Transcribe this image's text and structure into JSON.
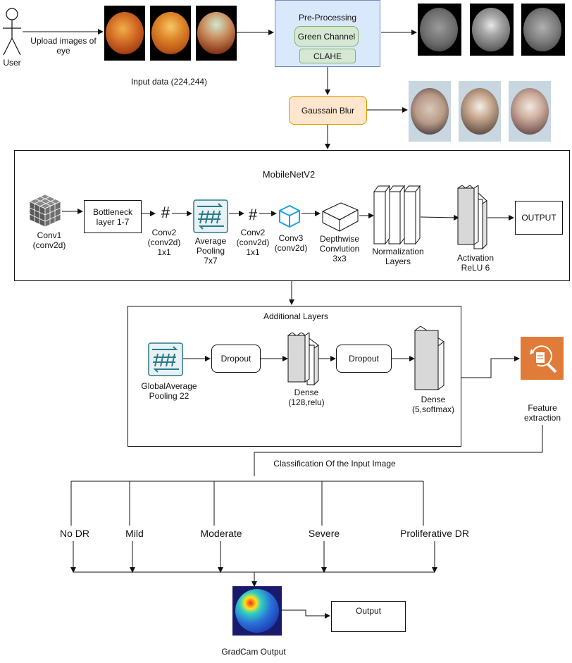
{
  "actor": {
    "label": "User",
    "action": "Upload images of eye"
  },
  "input": {
    "caption": "Input data (224,244)"
  },
  "preprocessing": {
    "title": "Pre-Processing",
    "steps": [
      "Green Channel",
      "CLAHE"
    ]
  },
  "gaussian": {
    "label": "Gaussain Blur"
  },
  "mobilenet": {
    "title": "MobileNetV2",
    "conv1": "Conv1\n(conv2d)",
    "bottleneck": "Bottleneck layer 1-7",
    "conv2a": "Conv2\n(conv2d)\n1x1",
    "avgpool": "Average\nPooling\n7x7",
    "conv2b": "Conv2\n(conv2d)\n1x1",
    "conv3": "Conv3\n(conv2d)",
    "depthwise": "Depthwise\nConvlution\n3x3",
    "normalization": "Normalization\nLayers",
    "activation": "Activation\nReLU 6",
    "output": "OUTPUT",
    "hash_symbol": "#"
  },
  "additional": {
    "title": "Additional  Layers",
    "gap": "GlobalAverage\nPooling 22",
    "dropout1": "Dropout",
    "dense1": "Dense\n(128,relu)",
    "dropout2": "Dropout",
    "dense2": "Dense\n(5,softmax)"
  },
  "feature": {
    "label": "Feature\nextraction"
  },
  "classification": {
    "title": "Classification Of the Input Image",
    "classes": [
      "No DR",
      "Mild",
      "Moderate",
      "Severe",
      "Proliferative DR"
    ]
  },
  "gradcam": {
    "label": "GradCam Output",
    "output": "Output"
  },
  "colors": {
    "preprocess_bg": "#dae8fc",
    "preprocess_border": "#6c8ebf",
    "step_bg": "#d5e8d4",
    "step_border": "#82b366",
    "blur_bg": "#ffe6cc",
    "blur_border": "#d79b00",
    "feature_bg": "#e07b39",
    "pool_icon": "#2a7a8c",
    "conv3_icon": "#1ba1e2"
  },
  "icons": [
    "user-icon",
    "cube-grid-icon",
    "hash-icon",
    "pooling-icon",
    "blue-cube-icon",
    "depthwise-box-icon",
    "feature-extraction-icon"
  ]
}
